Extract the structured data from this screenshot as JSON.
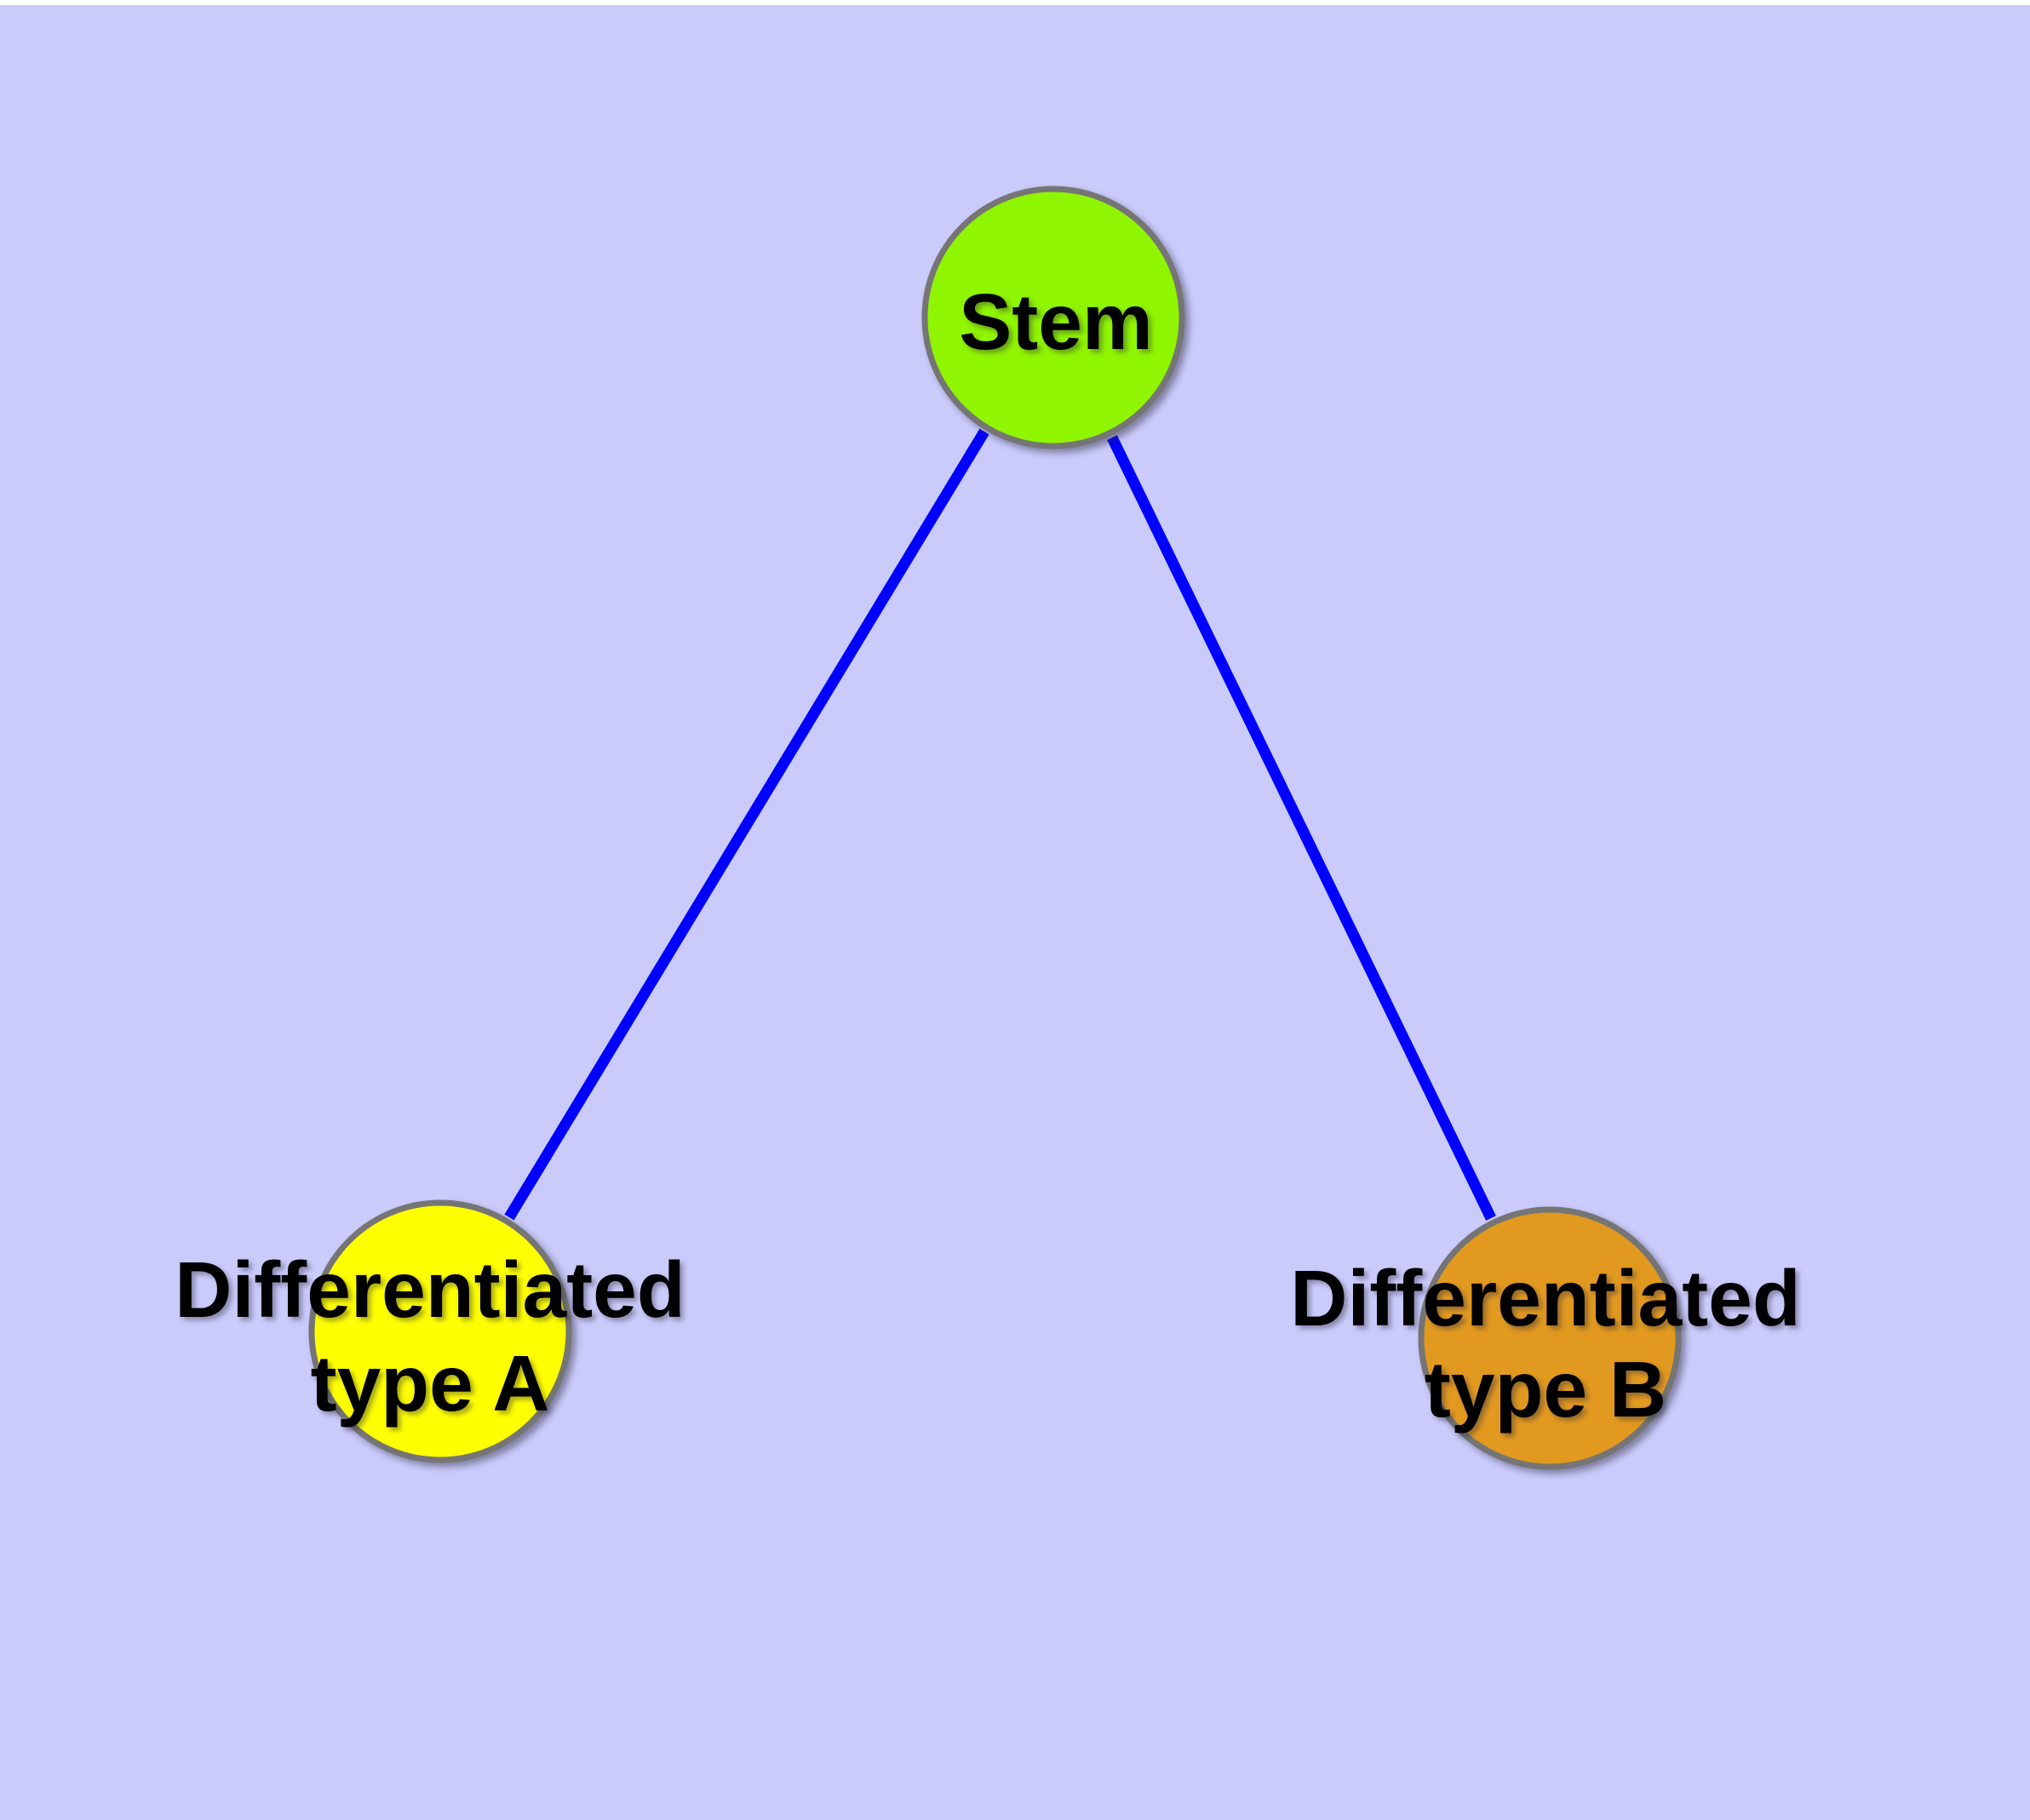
{
  "canvas": {
    "top_strip_color": "#FFFFFF",
    "background_color": "#CACAFB",
    "edge_color": "#0000FF",
    "node_border_color": "#757575",
    "label_color": "#000000"
  },
  "nodes": [
    {
      "id": "stem",
      "label": "Stem",
      "fill": "#8FF500"
    },
    {
      "id": "differentiated-type-a",
      "label": "Differentiated type A",
      "label_lines": [
        "Differentiated",
        "type A"
      ],
      "fill": "#FFFF00"
    },
    {
      "id": "differentiated-type-b",
      "label": "Differentiated type B",
      "label_lines": [
        "Differentiated",
        "type B"
      ],
      "fill": "#E2991F"
    }
  ],
  "edges": [
    {
      "from": "stem",
      "to": "differentiated-type-a"
    },
    {
      "from": "stem",
      "to": "differentiated-type-b"
    }
  ]
}
